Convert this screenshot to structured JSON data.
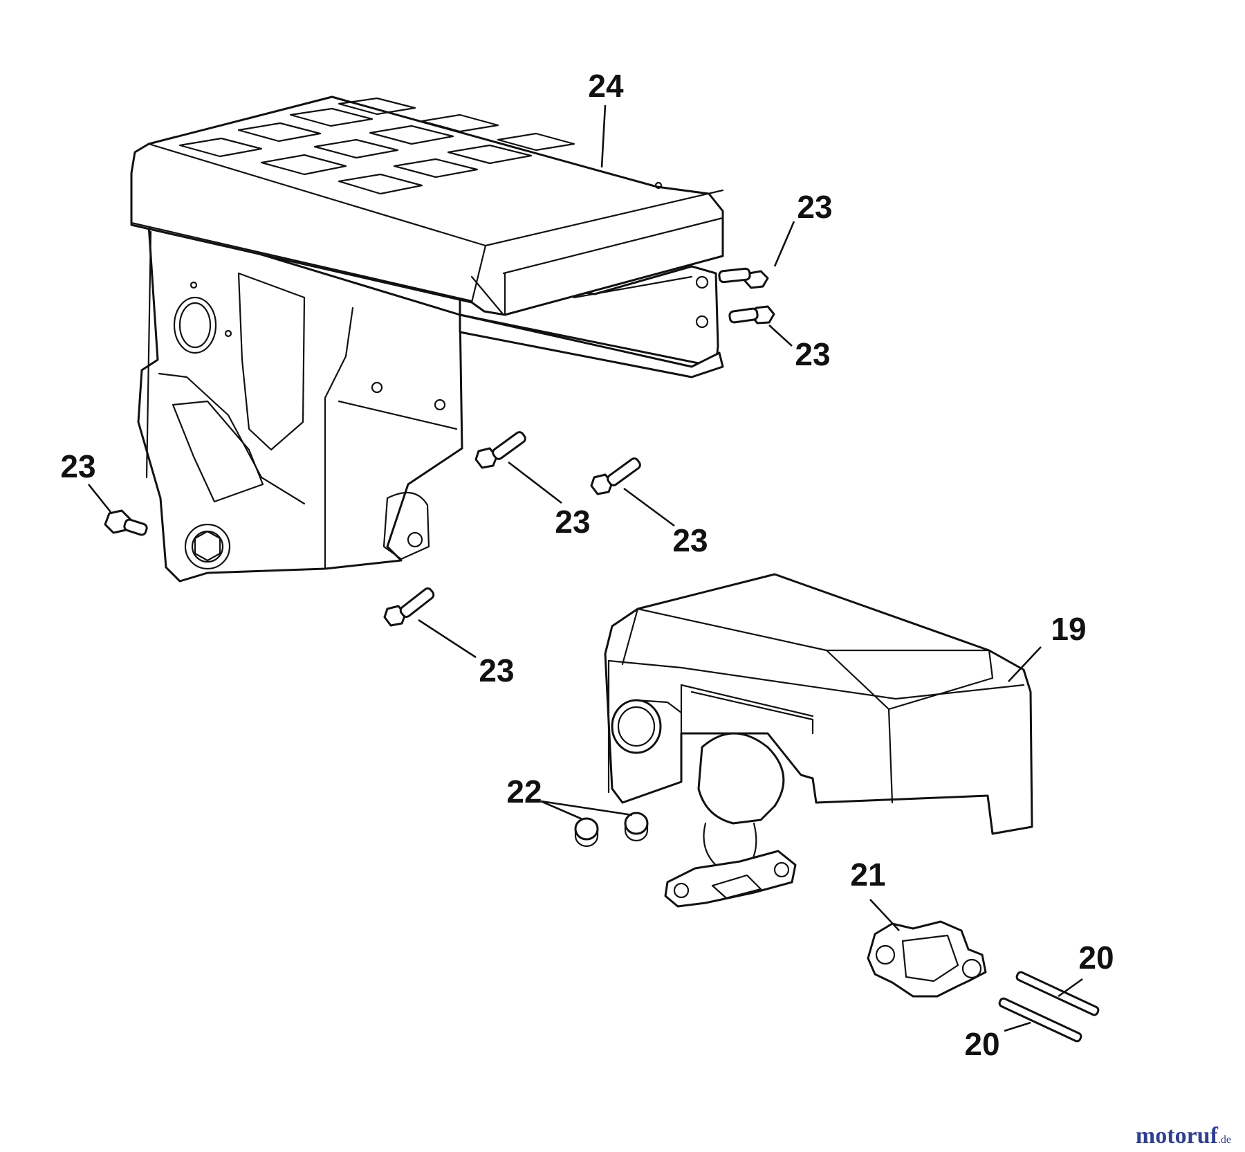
{
  "callouts": {
    "c24": "24",
    "c23a": "23",
    "c23b": "23",
    "c23c": "23",
    "c23d": "23",
    "c23e": "23",
    "c23f": "23",
    "c19": "19",
    "c22": "22",
    "c21": "21",
    "c20a": "20",
    "c20b": "20"
  },
  "watermark": {
    "text_main": "motoruf",
    "text_suffix": ".de",
    "color_primary": "#2f3f8f",
    "color_accent": "#d98a1f"
  }
}
